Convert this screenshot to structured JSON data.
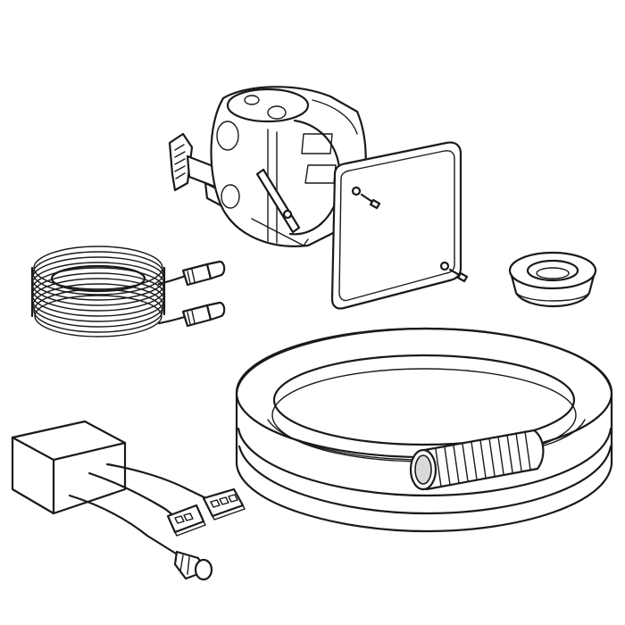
{
  "image": {
    "background": "#ffffff",
    "line_color": "#1a1a1a",
    "shade_color": "#d9d9d9"
  },
  "components": [
    {
      "name": "flush-mounting-box"
    },
    {
      "name": "cover-plate"
    },
    {
      "name": "rubber-grommet"
    },
    {
      "name": "coiled-cable-with-plugs"
    },
    {
      "name": "power-supply-unit"
    },
    {
      "name": "corrugated-conduit-coil"
    }
  ]
}
